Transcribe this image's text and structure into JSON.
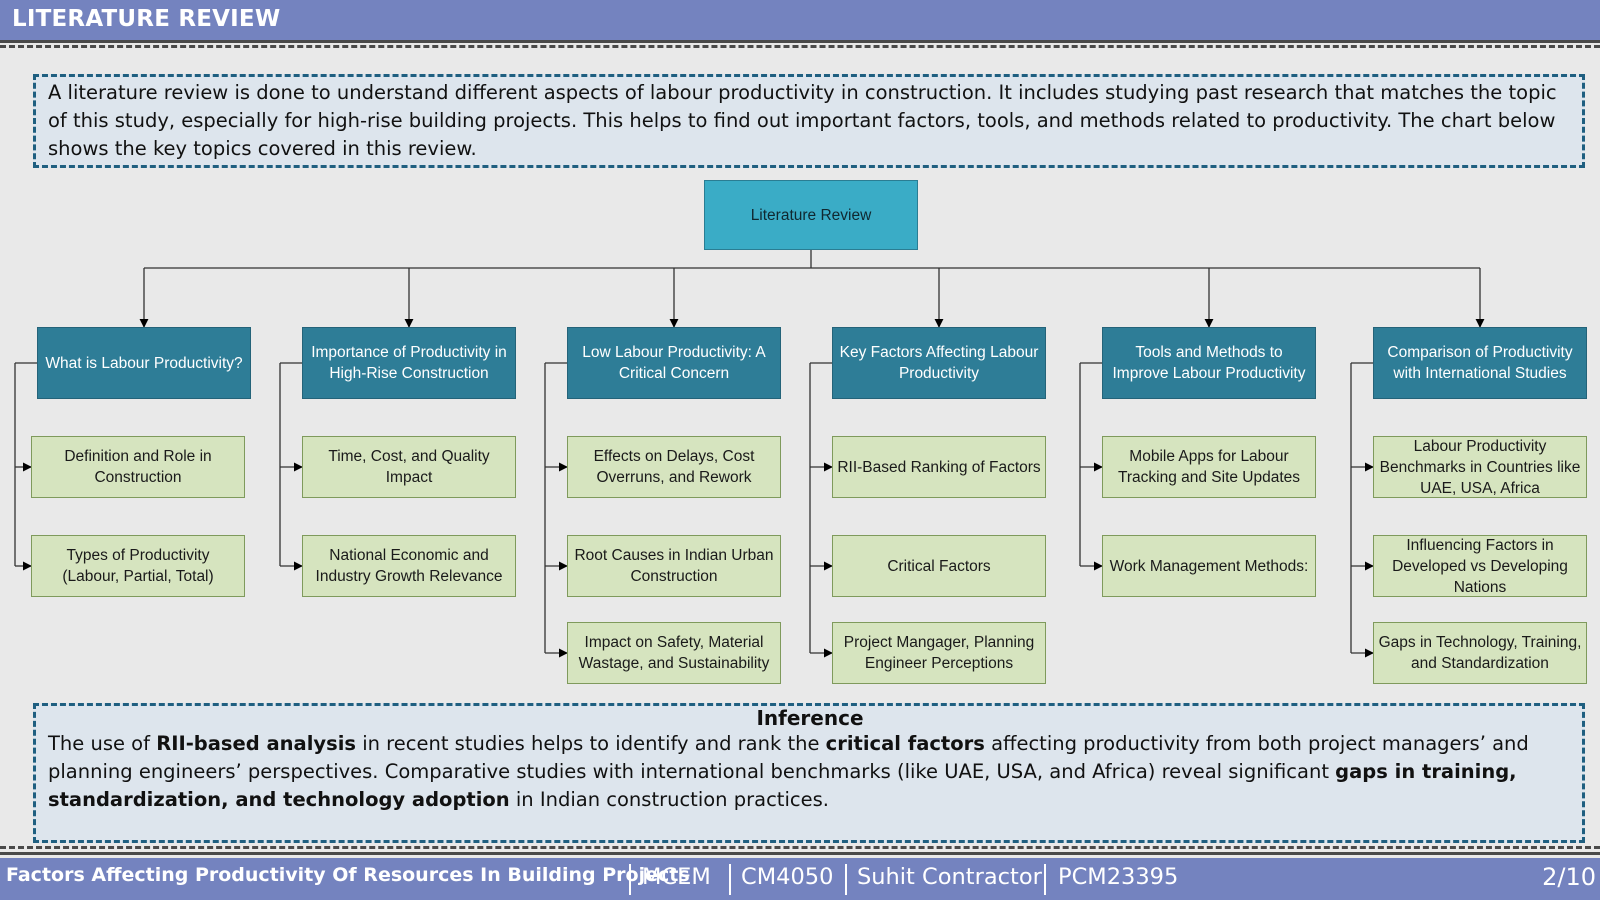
{
  "header": {
    "title": "LITERATURE REVIEW"
  },
  "intro": "A literature review is done to understand different aspects of labour productivity in construction. It includes studying past research that matches the topic of this study, especially for high-rise building projects. This helps to find out important factors, tools, and methods related to productivity. The chart below shows the key topics covered in this review.",
  "diagram": {
    "root": "Literature Review",
    "categories": [
      {
        "title": "What is Labour Productivity?",
        "items": [
          "Definition and Role in Construction",
          "Types of Productivity (Labour, Partial, Total)"
        ]
      },
      {
        "title": "Importance of Productivity in High-Rise Construction",
        "items": [
          "Time, Cost, and Quality Impact",
          "National Economic and Industry Growth Relevance"
        ]
      },
      {
        "title": "Low Labour Productivity: A Critical Concern",
        "items": [
          "Effects on Delays, Cost Overruns, and Rework",
          "Root Causes in Indian Urban Construction",
          "Impact on Safety, Material Wastage, and Sustainability"
        ]
      },
      {
        "title": "Key Factors Affecting Labour Productivity",
        "items": [
          "RII-Based Ranking of Factors",
          "Critical Factors",
          "Project Mangager, Planning Engineer Perceptions"
        ]
      },
      {
        "title": "Tools and Methods to Improve Labour Productivity",
        "items": [
          "Mobile Apps for Labour Tracking and Site Updates",
          "Work Management Methods:"
        ]
      },
      {
        "title": "Comparison of Productivity with International Studies",
        "items": [
          "Labour Productivity Benchmarks in Countries like UAE, USA, Africa",
          "Influencing Factors in Developed vs Developing Nations",
          "Gaps in Technology, Training, and Standardization"
        ]
      }
    ]
  },
  "inference": {
    "title": "Inference",
    "text_1": "The use of ",
    "bold_1": "RII-based analysis",
    "text_2": " in recent studies helps to identify and rank the ",
    "bold_2": "critical factors",
    "text_3": " affecting productivity from both project managers’ and planning engineers’ perspectives. Comparative studies with international benchmarks (like UAE, USA, and Africa) reveal significant ",
    "bold_3": "gaps in training, standardization, and technology adoption",
    "text_4": " in Indian construction practices."
  },
  "footer": {
    "title": "Factors Affecting Productivity Of Resources In Building Projects",
    "program": "MCEM",
    "course": "CM4050",
    "author": "Suhit Contractor",
    "id": "PCM23395",
    "page": "2/10"
  },
  "colors": {
    "header_bg": "#7483bf",
    "root_box": "#3aacc6",
    "category_box": "#2e7d97",
    "item_box": "#d6e4bf",
    "dashed_border": "#1f5f80"
  }
}
